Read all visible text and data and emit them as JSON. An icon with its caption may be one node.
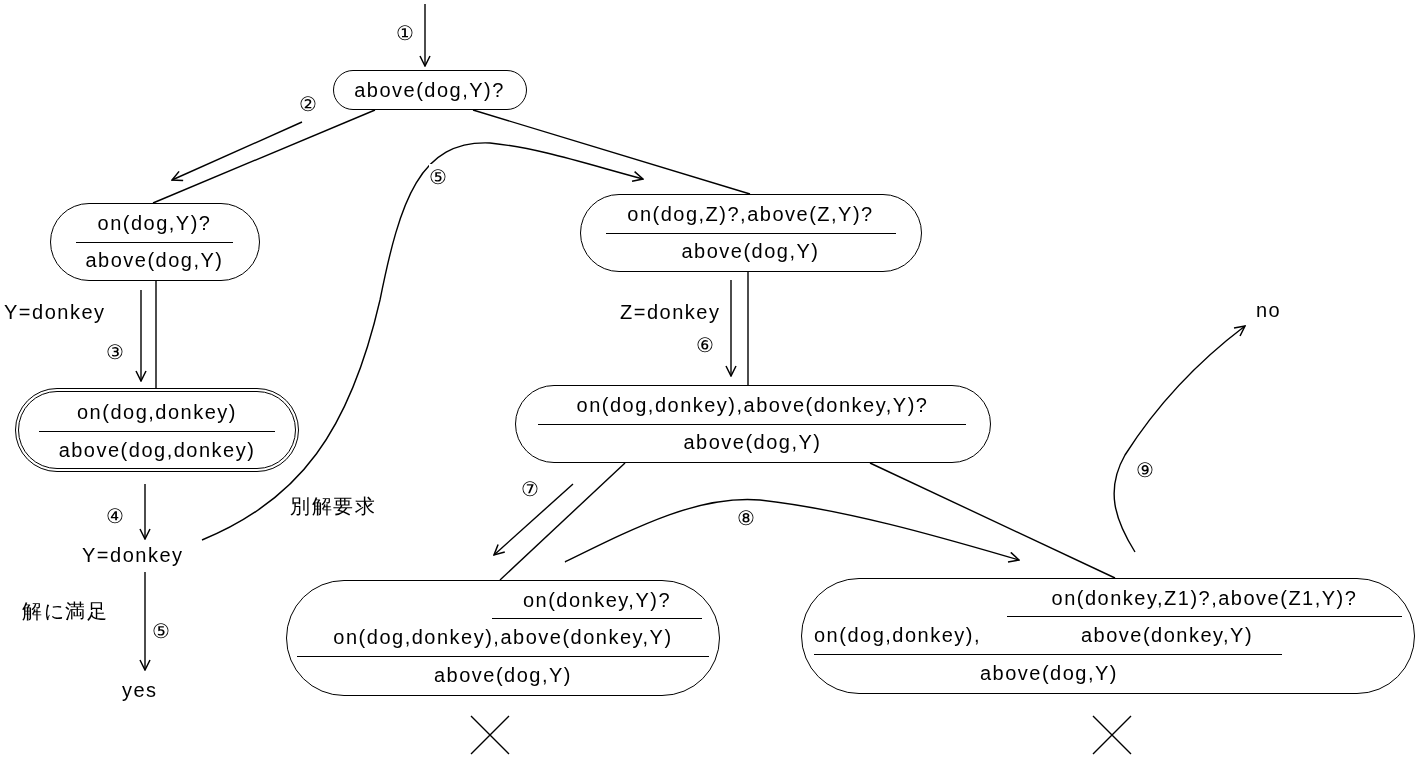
{
  "diagram": {
    "nodes": [
      {
        "text": [
          "above(dog,Y)?"
        ]
      },
      {
        "text": [
          "on(dog,Y)?",
          "above(dog,Y)"
        ]
      },
      {
        "text": [
          "on(dog,Z)?,above(Z,Y)?",
          "above(dog,Y)"
        ]
      },
      {
        "text": [
          "on(dog,donkey)",
          "above(dog,donkey)"
        ]
      },
      {
        "text": [
          "on(dog,donkey),above(donkey,Y)?",
          "above(dog,Y)"
        ]
      },
      {
        "text": [
          "on(donkey,Y)?",
          "on(dog,donkey),above(donkey,Y)",
          "above(dog,Y)"
        ]
      },
      {
        "text": [
          "on(donkey,Z1)?,above(Z1,Y)?",
          "on(dog,donkey),",
          "above(donkey,Y)",
          "above(dog,Y)"
        ]
      },
      {
        "text": [
          "Y=donkey"
        ]
      },
      {
        "text": [
          "yes"
        ]
      },
      {
        "text": [
          "no"
        ]
      }
    ],
    "edges": [
      {
        "from": 0,
        "to": 1,
        "arrow": "none"
      },
      {
        "from": 0,
        "to": 2,
        "arrow": "none"
      },
      {
        "from": 1,
        "to": 3,
        "arrow": "none"
      },
      {
        "from": 2,
        "to": 4,
        "arrow": "none"
      },
      {
        "from": 4,
        "to": 5,
        "arrow": "none"
      },
      {
        "from": 4,
        "to": 6,
        "arrow": "none"
      },
      {
        "from": null,
        "to": 0,
        "arrow": "to",
        "label": "①"
      },
      {
        "from": 0,
        "to": 1,
        "arrow": "to",
        "label": "②"
      },
      {
        "from": 1,
        "to": 3,
        "arrow": "to",
        "label": "③"
      },
      {
        "from": 3,
        "to": 7,
        "arrow": "to",
        "label": "④"
      },
      {
        "from": 7,
        "to": 8,
        "arrow": "to",
        "label": "⑤"
      },
      {
        "from": 7,
        "to": 2,
        "arrow": "to",
        "label": "⑤"
      },
      {
        "from": 2,
        "to": 4,
        "arrow": "to",
        "label": "⑥"
      },
      {
        "from": 4,
        "to": 5,
        "arrow": "to",
        "label": "⑦"
      },
      {
        "from": 5,
        "to": 6,
        "arrow": "to",
        "label": "⑧"
      },
      {
        "from": 6,
        "to": 9,
        "arrow": "to",
        "label": "⑨"
      }
    ],
    "labels": [
      "Y=donkey",
      "Z=donkey",
      "別解要求",
      "解に満足"
    ]
  }
}
